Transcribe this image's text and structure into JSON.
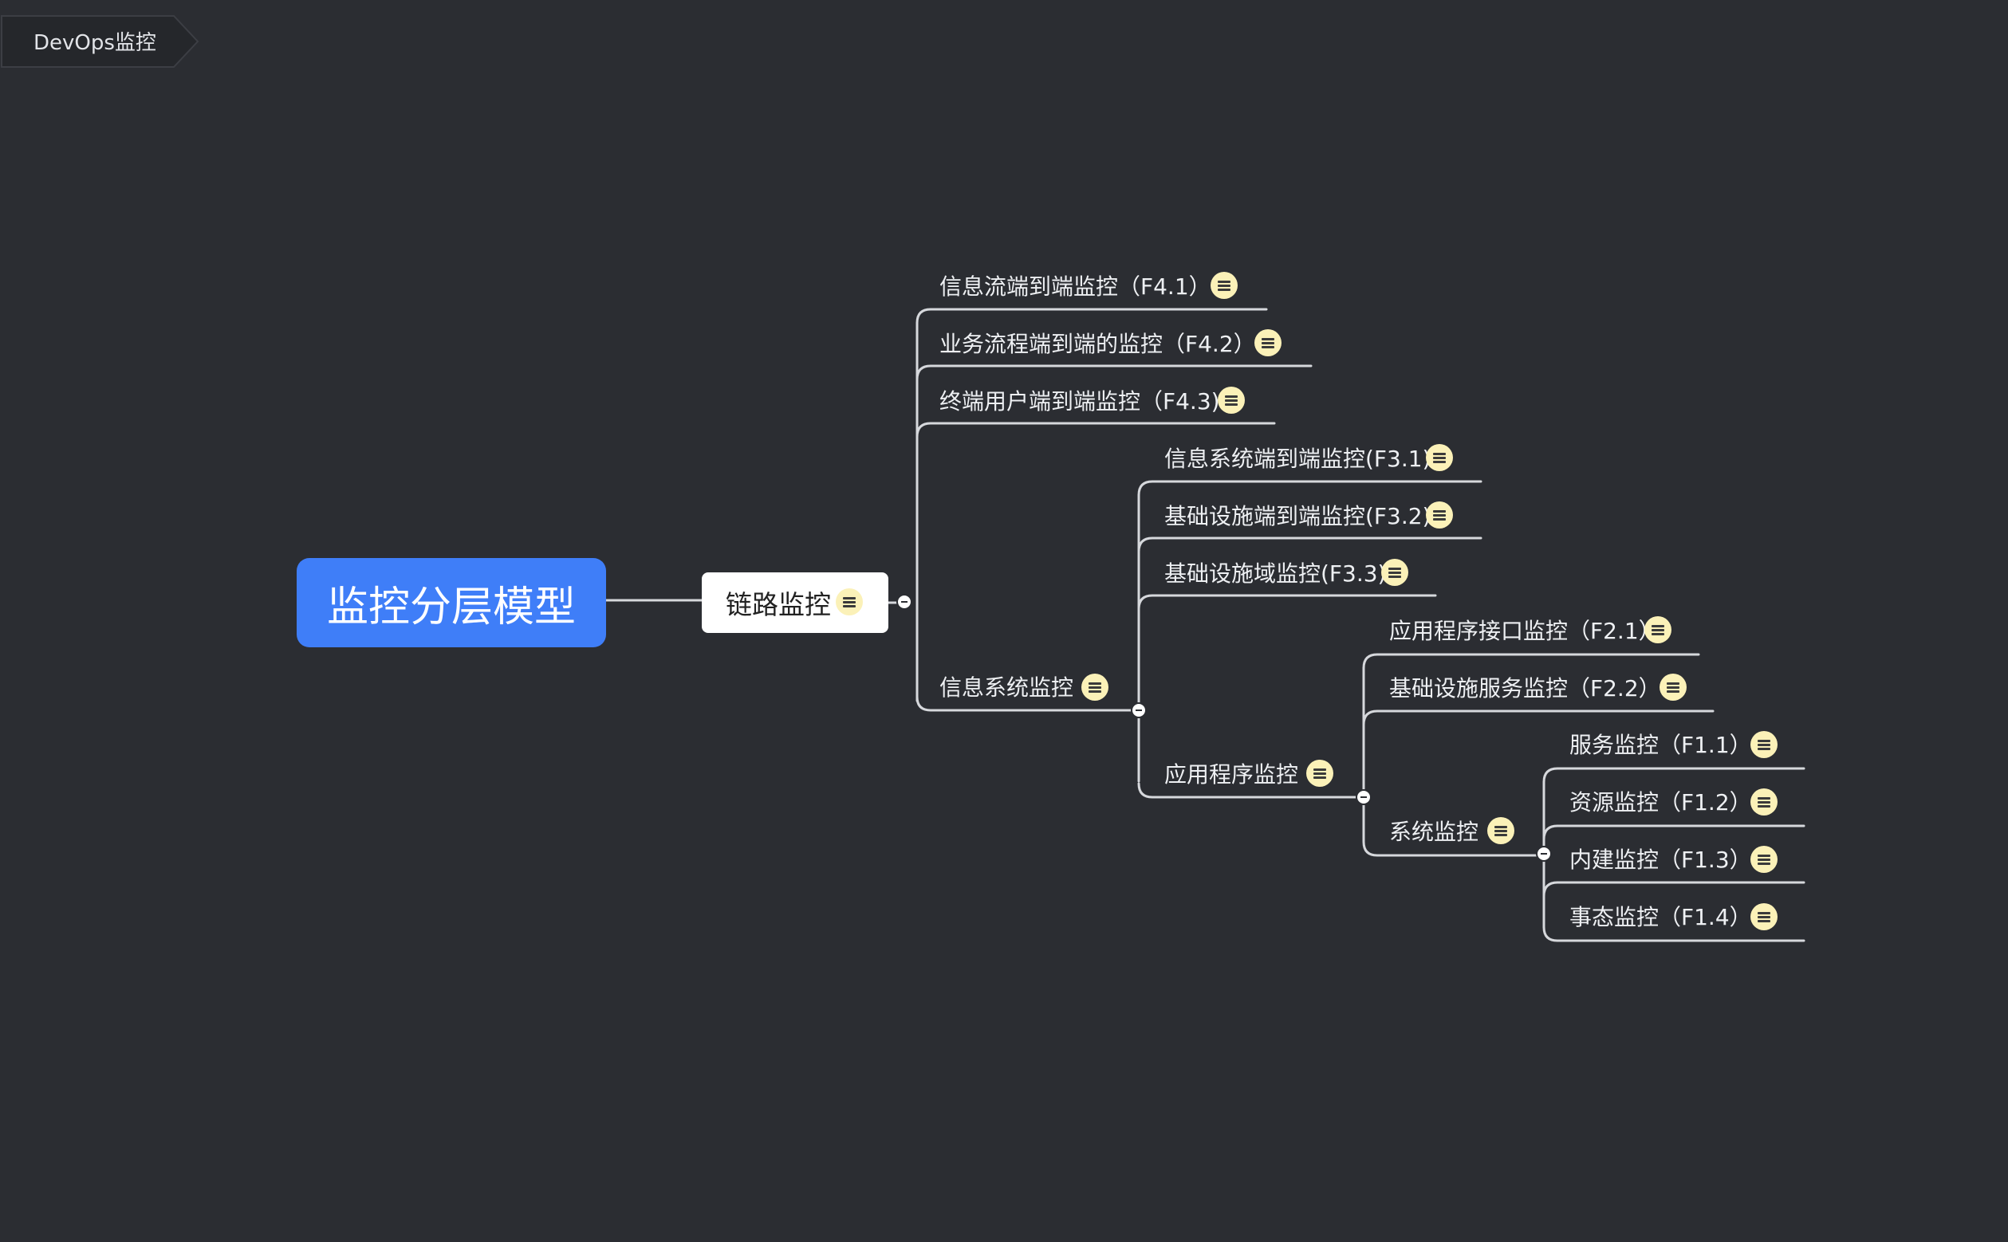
{
  "sheet_tab": {
    "label": "DevOps监控"
  },
  "colors": {
    "background": "#2b2d32",
    "root_fill": "#3f7ef8",
    "connector": "#d6d8dc",
    "note_badge": "#fbf1b8"
  },
  "mindmap": {
    "root": "监控分层模型",
    "level1": "链路监控",
    "f4": {
      "f4_1": "信息流端到端监控（F4.1）",
      "f4_2": "业务流程端到端的监控（F4.2）",
      "f4_3": "终端用户端到端监控（F4.3)",
      "info_system": "信息系统监控"
    },
    "f3": {
      "f3_1": "信息系统端到端监控(F3.1)",
      "f3_2": "基础设施端到端监控(F3.2)",
      "f3_3": "基础设施域监控(F3.3)",
      "app_monitoring": "应用程序监控"
    },
    "f2": {
      "f2_1": "应用程序接口监控（F2.1）",
      "f2_2": "基础设施服务监控（F2.2）",
      "system_monitoring": "系统监控"
    },
    "f1": {
      "f1_1": "服务监控（F1.1）",
      "f1_2": "资源监控（F1.2）",
      "f1_3": "内建监控（F1.3）",
      "f1_4": "事态监控（F1.4）"
    }
  }
}
